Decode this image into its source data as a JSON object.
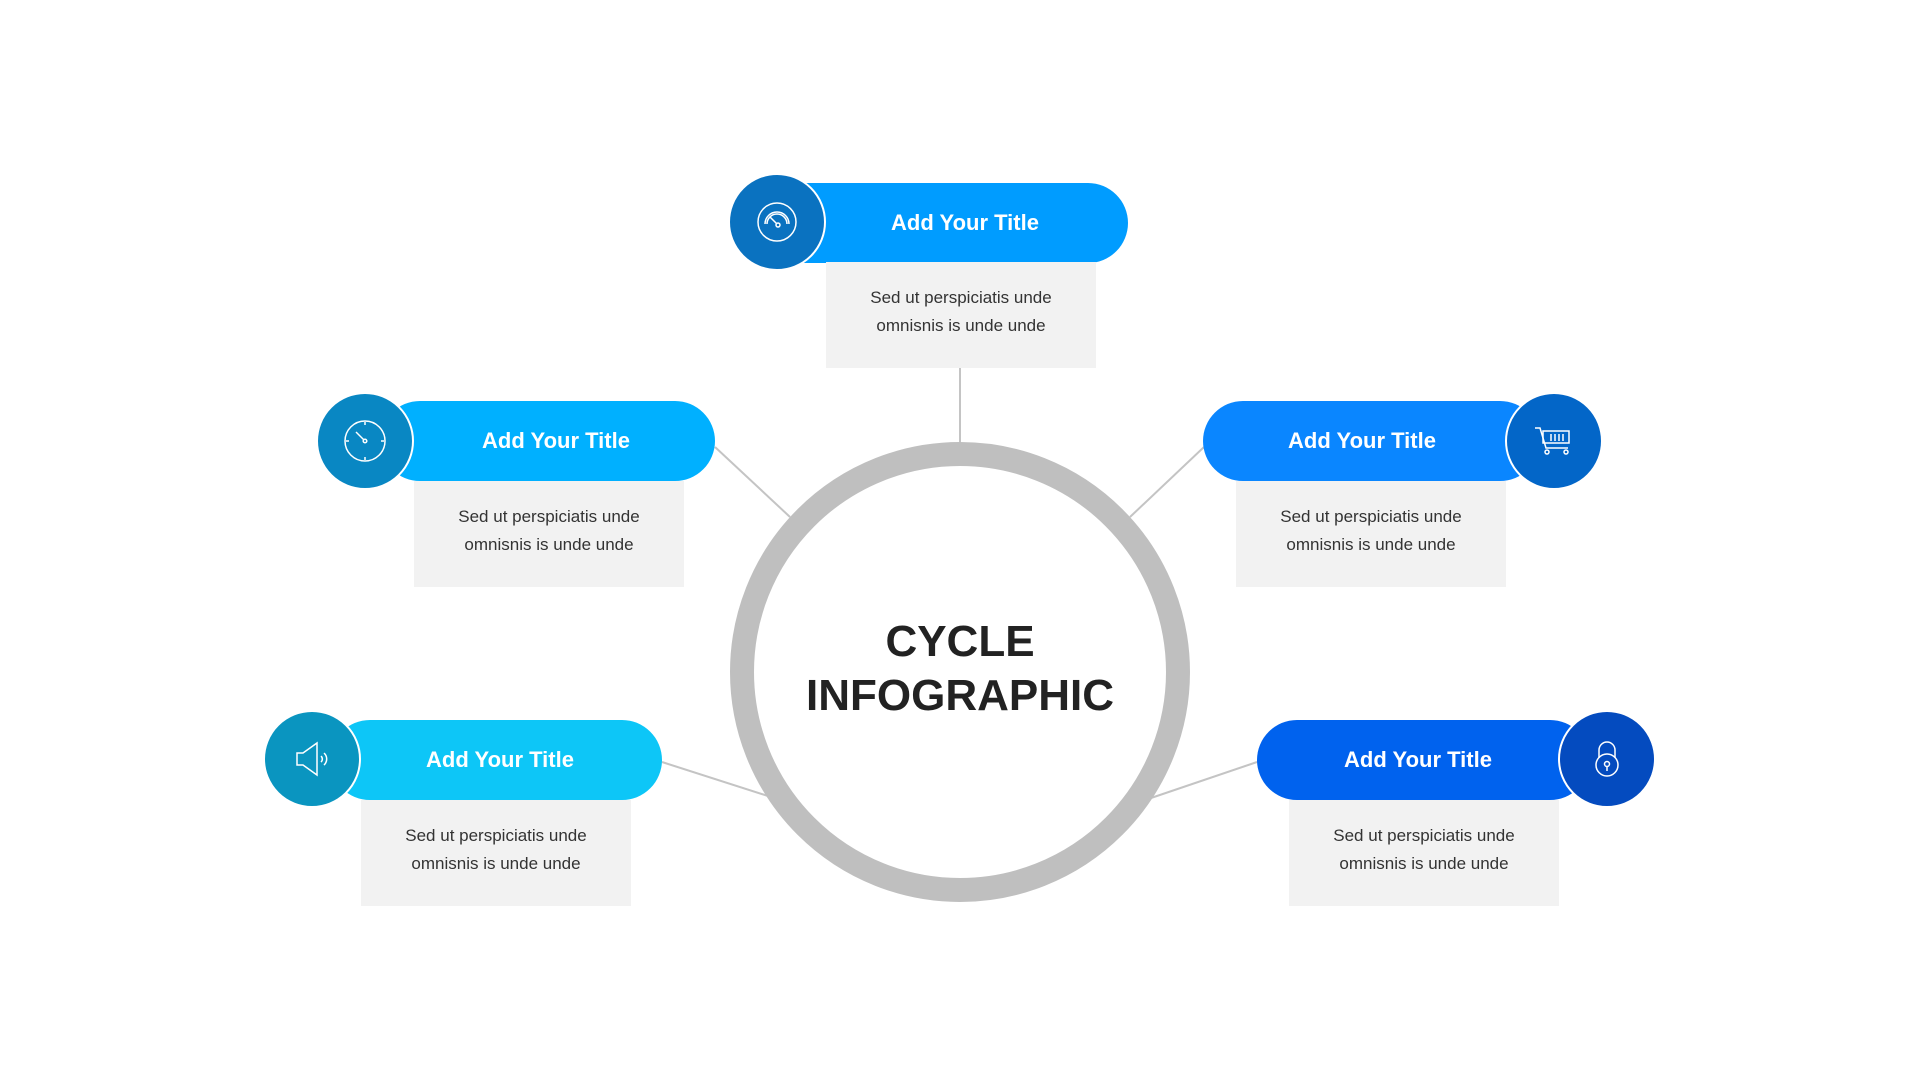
{
  "title": {
    "line1": "CYCLE",
    "line2": "INFOGRAPHIC"
  },
  "items": [
    {
      "title": "Add Your Title",
      "desc1": "Sed ut perspiciatis unde",
      "desc2": "omnisnis is unde unde",
      "icon": "gauge-icon",
      "pill_color": "#009cff",
      "circle_color": "#0a72c0"
    },
    {
      "title": "Add Your Title",
      "desc1": "Sed ut perspiciatis unde",
      "desc2": "omnisnis is unde unde",
      "icon": "stopwatch-icon",
      "pill_color": "#00b0ff",
      "circle_color": "#0987c3"
    },
    {
      "title": "Add Your Title",
      "desc1": "Sed ut perspiciatis unde",
      "desc2": "omnisnis is unde unde",
      "icon": "shopping-cart-icon",
      "pill_color": "#0a86ff",
      "circle_color": "#0366c8"
    },
    {
      "title": "Add Your Title",
      "desc1": "Sed ut perspiciatis unde",
      "desc2": "omnisnis is unde unde",
      "icon": "speaker-icon",
      "pill_color": "#0dc6f7",
      "circle_color": "#0a95c0"
    },
    {
      "title": "Add Your Title",
      "desc1": "Sed ut perspiciatis unde",
      "desc2": "omnisnis is unde unde",
      "icon": "padlock-icon",
      "pill_color": "#0062ee",
      "circle_color": "#044bbf"
    }
  ]
}
